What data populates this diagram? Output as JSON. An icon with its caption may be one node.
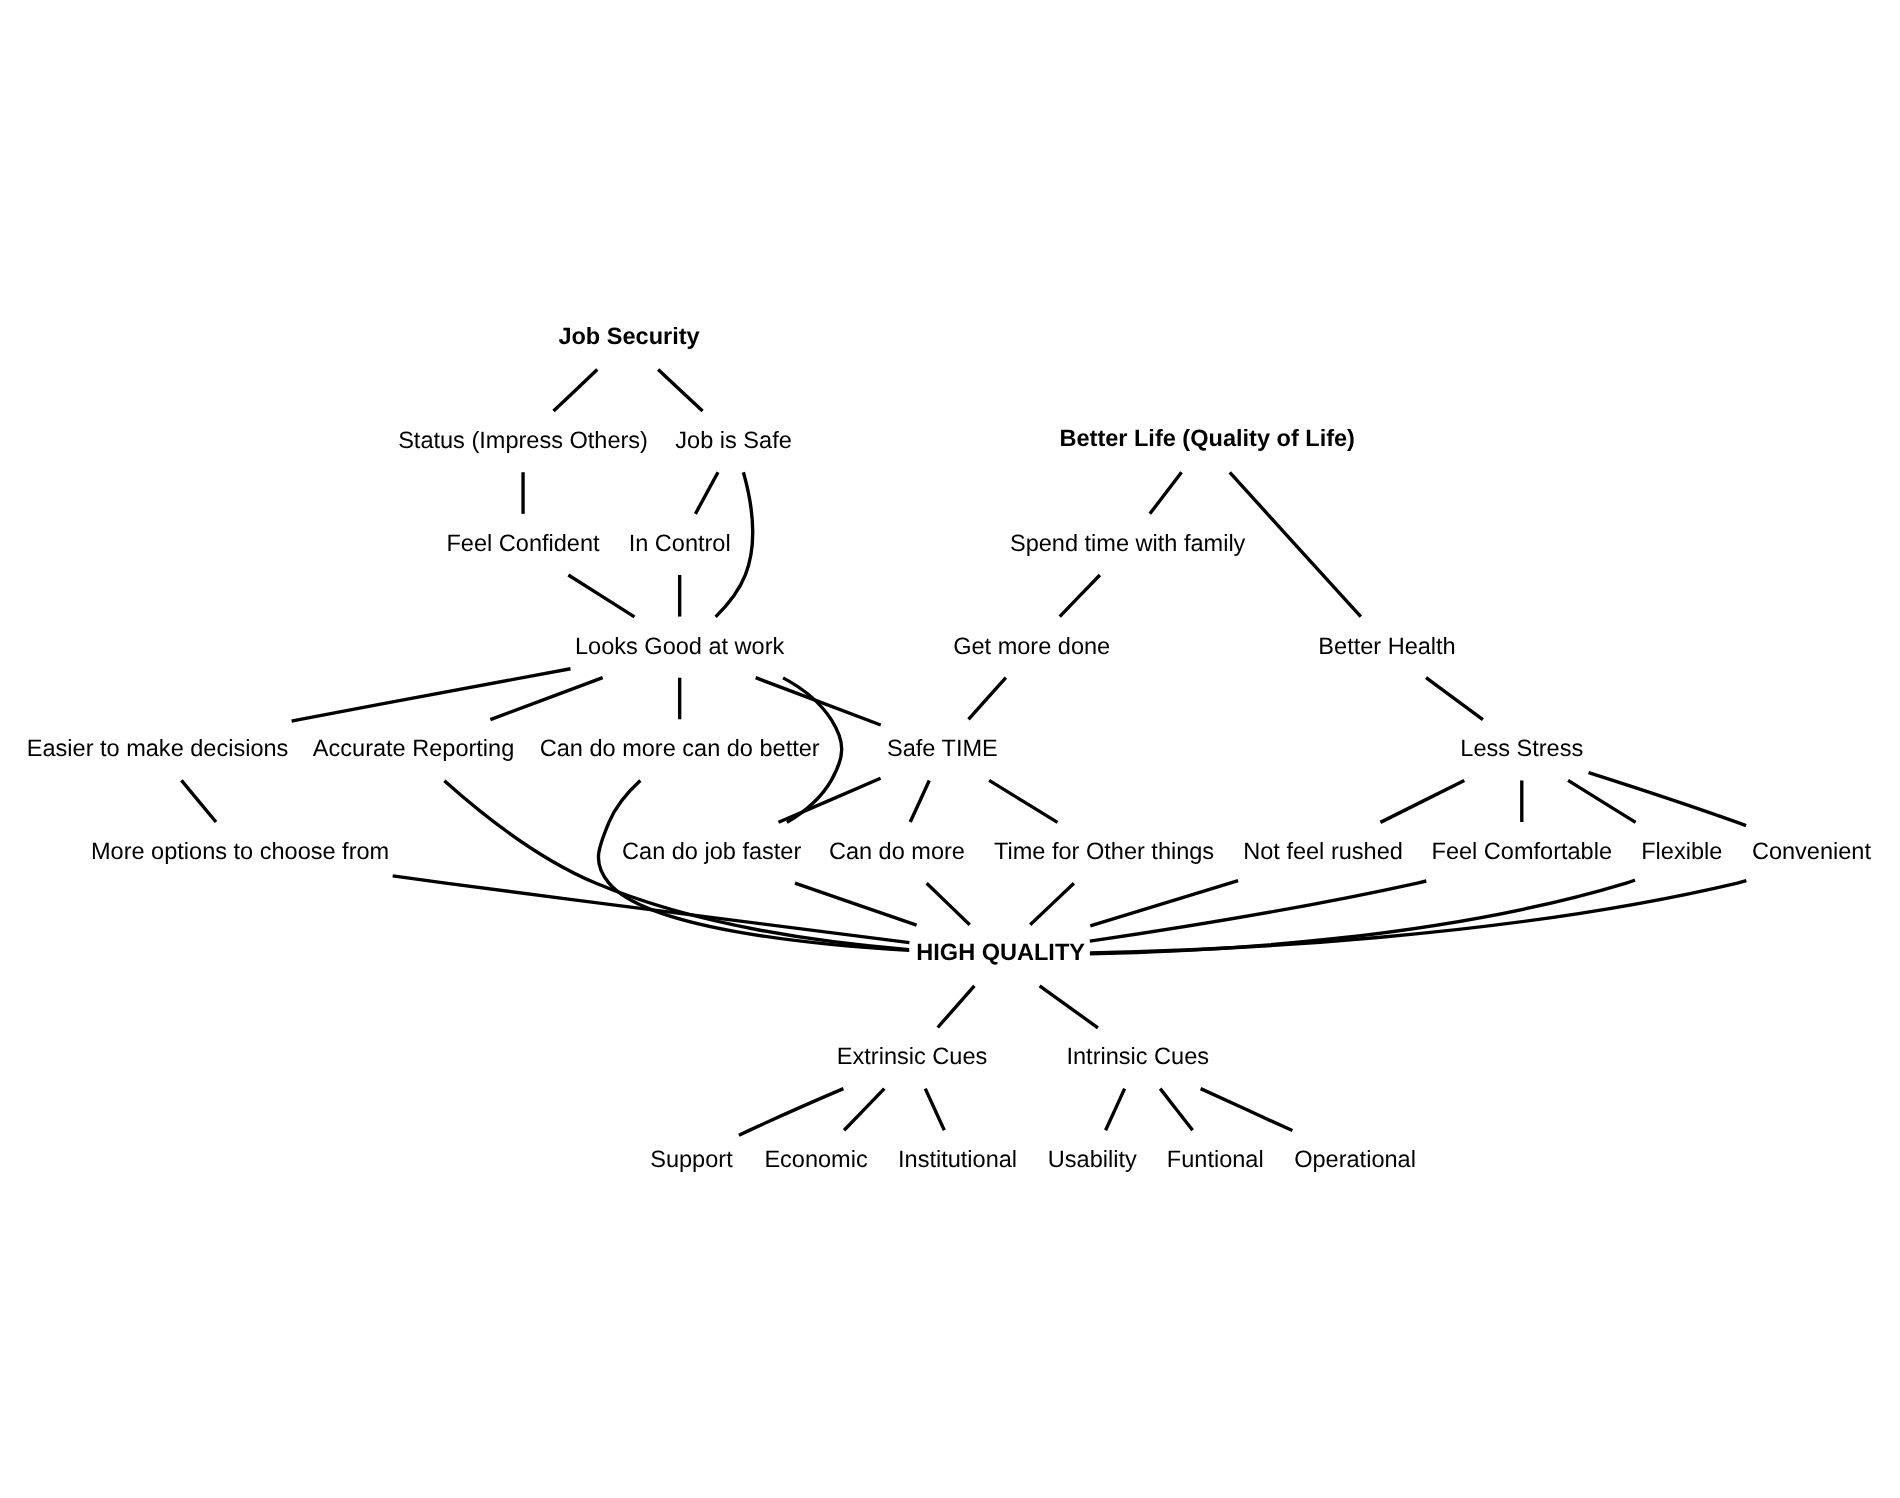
{
  "diagram": {
    "nodes": [
      {
        "text": [
          "Job Security"
        ]
      },
      {
        "text": [
          "Better Life (Quality of Life)"
        ]
      },
      {
        "text": [
          "Status (Impress Others)"
        ]
      },
      {
        "text": [
          "Job is Safe"
        ]
      },
      {
        "text": [
          "Spend time with family"
        ]
      },
      {
        "text": [
          "Better Health"
        ]
      },
      {
        "text": [
          "In Control"
        ]
      },
      {
        "text": [
          "Feel Confident"
        ]
      },
      {
        "text": [
          "Looks Good at work"
        ]
      },
      {
        "text": [
          "Get more done"
        ]
      },
      {
        "text": [
          "Less Stress"
        ]
      },
      {
        "text": [
          "Easier to make decisions"
        ]
      },
      {
        "text": [
          "Not feel rushed"
        ]
      },
      {
        "text": [
          "Accurate Reporting"
        ]
      },
      {
        "text": [
          "Feel Comfortable"
        ]
      },
      {
        "text": [
          "Flexible"
        ]
      },
      {
        "text": [
          "Can do more can do better"
        ]
      },
      {
        "text": [
          "Safe TIME"
        ]
      },
      {
        "text": [
          "Convenient"
        ]
      },
      {
        "text": [
          "Can do job faster"
        ]
      },
      {
        "text": [
          "Can do more"
        ]
      },
      {
        "text": [
          "More options to choose from"
        ]
      },
      {
        "text": [
          "Time for Other things"
        ]
      },
      {
        "text": [
          "HIGH QUALITY"
        ]
      },
      {
        "text": [
          "Extrinsic Cues"
        ]
      },
      {
        "text": [
          "Intrinsic Cues"
        ]
      },
      {
        "text": [
          "Support"
        ]
      },
      {
        "text": [
          "Economic"
        ]
      },
      {
        "text": [
          "Institutional"
        ]
      },
      {
        "text": [
          "Usability"
        ]
      },
      {
        "text": [
          "Funtional"
        ]
      },
      {
        "text": [
          "Operational"
        ]
      }
    ],
    "edges": [
      {
        "from": 0,
        "to": 2,
        "arrow": "none"
      },
      {
        "from": 0,
        "to": 3,
        "arrow": "none"
      },
      {
        "from": 1,
        "to": 4,
        "arrow": "none"
      },
      {
        "from": 1,
        "to": 5,
        "arrow": "none"
      },
      {
        "from": 2,
        "to": 7,
        "arrow": "none"
      },
      {
        "from": 3,
        "to": 8,
        "arrow": "none"
      },
      {
        "from": 3,
        "to": 6,
        "arrow": "none"
      },
      {
        "from": 6,
        "to": 8,
        "arrow": "none"
      },
      {
        "from": 7,
        "to": 8,
        "arrow": "none"
      },
      {
        "from": 4,
        "to": 9,
        "arrow": "none"
      },
      {
        "from": 5,
        "to": 10,
        "arrow": "none"
      },
      {
        "from": 8,
        "to": 11,
        "arrow": "none"
      },
      {
        "from": 8,
        "to": 13,
        "arrow": "none"
      },
      {
        "from": 8,
        "to": 16,
        "arrow": "none"
      },
      {
        "from": 8,
        "to": 19,
        "arrow": "none"
      },
      {
        "from": 8,
        "to": 17,
        "arrow": "none"
      },
      {
        "from": 9,
        "to": 17,
        "arrow": "none"
      },
      {
        "from": 10,
        "to": 12,
        "arrow": "none"
      },
      {
        "from": 10,
        "to": 14,
        "arrow": "none"
      },
      {
        "from": 10,
        "to": 18,
        "arrow": "none"
      },
      {
        "from": 10,
        "to": 15,
        "arrow": "none"
      },
      {
        "from": 11,
        "to": 21,
        "arrow": "none"
      },
      {
        "from": 17,
        "to": 19,
        "arrow": "none"
      },
      {
        "from": 17,
        "to": 20,
        "arrow": "none"
      },
      {
        "from": 17,
        "to": 22,
        "arrow": "none"
      },
      {
        "from": 21,
        "to": 23,
        "arrow": "none"
      },
      {
        "from": 13,
        "to": 23,
        "arrow": "none"
      },
      {
        "from": 16,
        "to": 23,
        "arrow": "none"
      },
      {
        "from": 19,
        "to": 23,
        "arrow": "none"
      },
      {
        "from": 20,
        "to": 23,
        "arrow": "none"
      },
      {
        "from": 22,
        "to": 23,
        "arrow": "none"
      },
      {
        "from": 12,
        "to": 23,
        "arrow": "none"
      },
      {
        "from": 14,
        "to": 23,
        "arrow": "none"
      },
      {
        "from": 18,
        "to": 23,
        "arrow": "none"
      },
      {
        "from": 15,
        "to": 23,
        "arrow": "none"
      },
      {
        "from": 23,
        "to": 24,
        "arrow": "none"
      },
      {
        "from": 23,
        "to": 25,
        "arrow": "none"
      },
      {
        "from": 24,
        "to": 26,
        "arrow": "none"
      },
      {
        "from": 24,
        "to": 27,
        "arrow": "none"
      },
      {
        "from": 24,
        "to": 28,
        "arrow": "none"
      },
      {
        "from": 25,
        "to": 29,
        "arrow": "none"
      },
      {
        "from": 25,
        "to": 30,
        "arrow": "none"
      },
      {
        "from": 25,
        "to": 31,
        "arrow": "none"
      }
    ]
  }
}
